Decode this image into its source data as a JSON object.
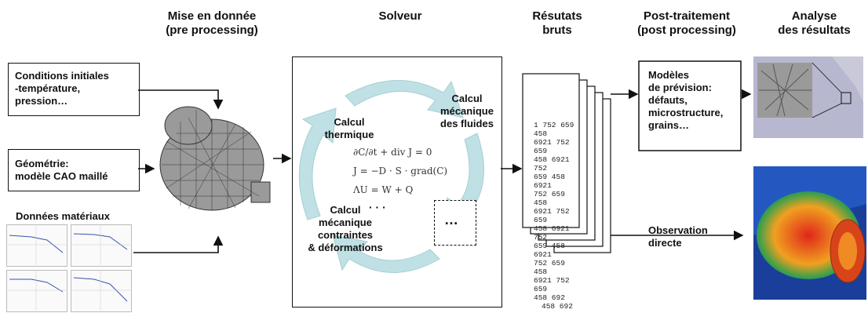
{
  "headers": {
    "pre": "Mise en donnée\n(pre processing)",
    "solver": "Solveur",
    "raw": "Résutats\nbruts",
    "post": "Post-traitement\n(post processing)",
    "analysis": "Analyse\ndes résultats"
  },
  "inputs": {
    "initial_conditions": "Conditions initiales\n-température,\npression…",
    "geometry": "Géométrie:\nmodèle CAO maillé",
    "materials": "Données matériaux"
  },
  "solver": {
    "thermal": "Calcul\nthermique",
    "fluids": "Calcul\nmécanique\ndes fluides",
    "stress": "Calcul\nmécanique\ncontraintes\n& déformations",
    "ellipsis": "…",
    "dots": "· · ·",
    "equations": [
      "∂C/∂t + div J = 0",
      "J = −D · S · grad(C)",
      "ΛU = W + Q"
    ]
  },
  "raw_numbers": [
    "1 752 659 458",
    "6921 752 659",
    "458 6921 752",
    "659 458 6921",
    "752 659 458",
    "6921 752 659",
    "458 6921 752",
    "659 458 6921",
    "752 659 458",
    "6921 752 659",
    "458 692",
    "458 692"
  ],
  "post": {
    "models": "Modèles\nde prévision:\ndéfauts,\nmicrostructure,\ngrains…",
    "observation": "Observation\ndirecte"
  },
  "colors": {
    "cycle_arrow": "#bfe0e4",
    "heat_hot": "#e0261b",
    "heat_warm": "#f0a020",
    "heat_cool": "#3aa04a",
    "heat_cold": "#1f4fb0"
  }
}
